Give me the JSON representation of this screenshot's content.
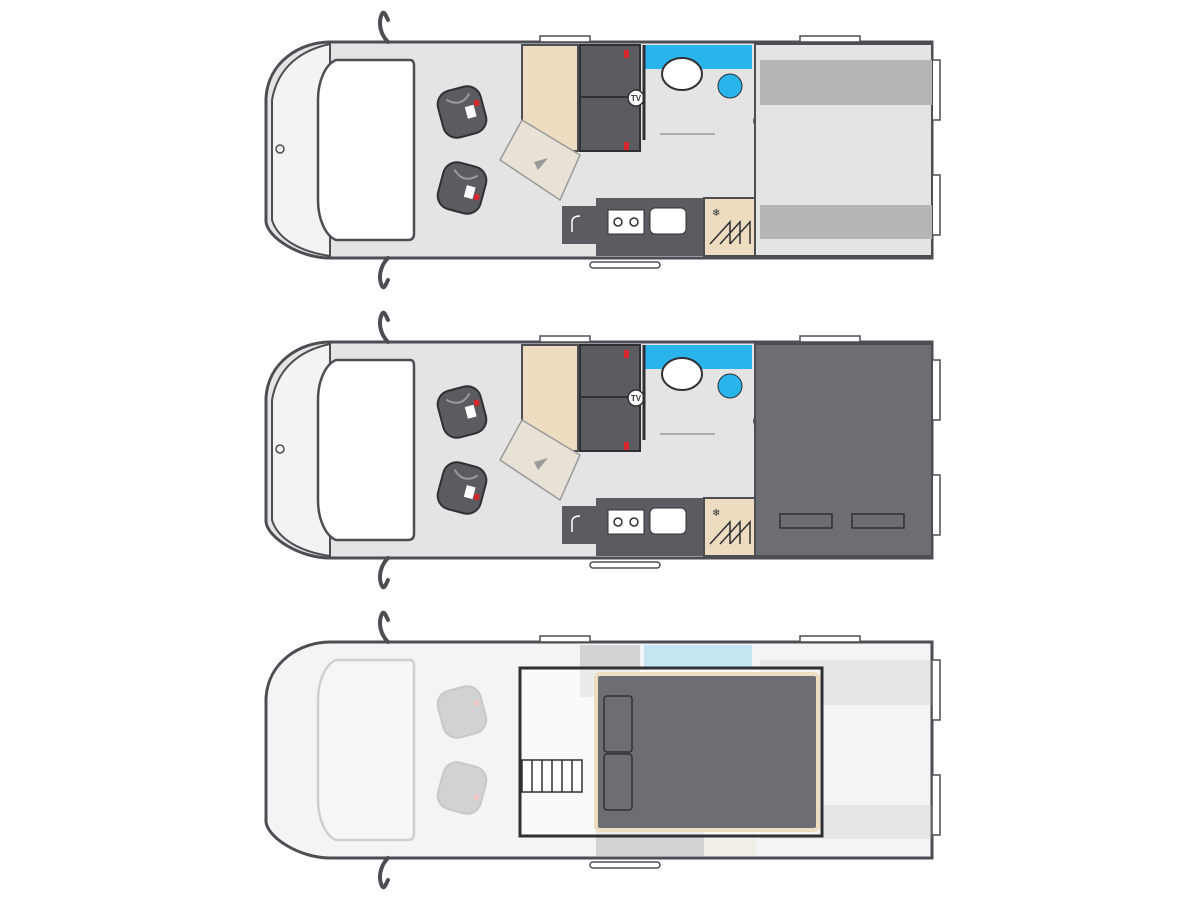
{
  "labels": {
    "tv": "TV"
  },
  "plans": [
    {
      "id": "day-layout",
      "rear_bed": false,
      "faded": false
    },
    {
      "id": "rear-bed-layout",
      "rear_bed": true,
      "faded": false
    },
    {
      "id": "drop-down-bed-layout",
      "rear_bed": false,
      "faded": true
    }
  ],
  "colors": {
    "floor": "#e4e4e4",
    "outline": "#4d4e53",
    "seat": "#5b5c61",
    "bathroom": "#29b5ec",
    "table": "#eddcc0",
    "rear_bench": "#b5b5b5",
    "bed": "#6d6e71",
    "accent_red": "#d8262e"
  }
}
